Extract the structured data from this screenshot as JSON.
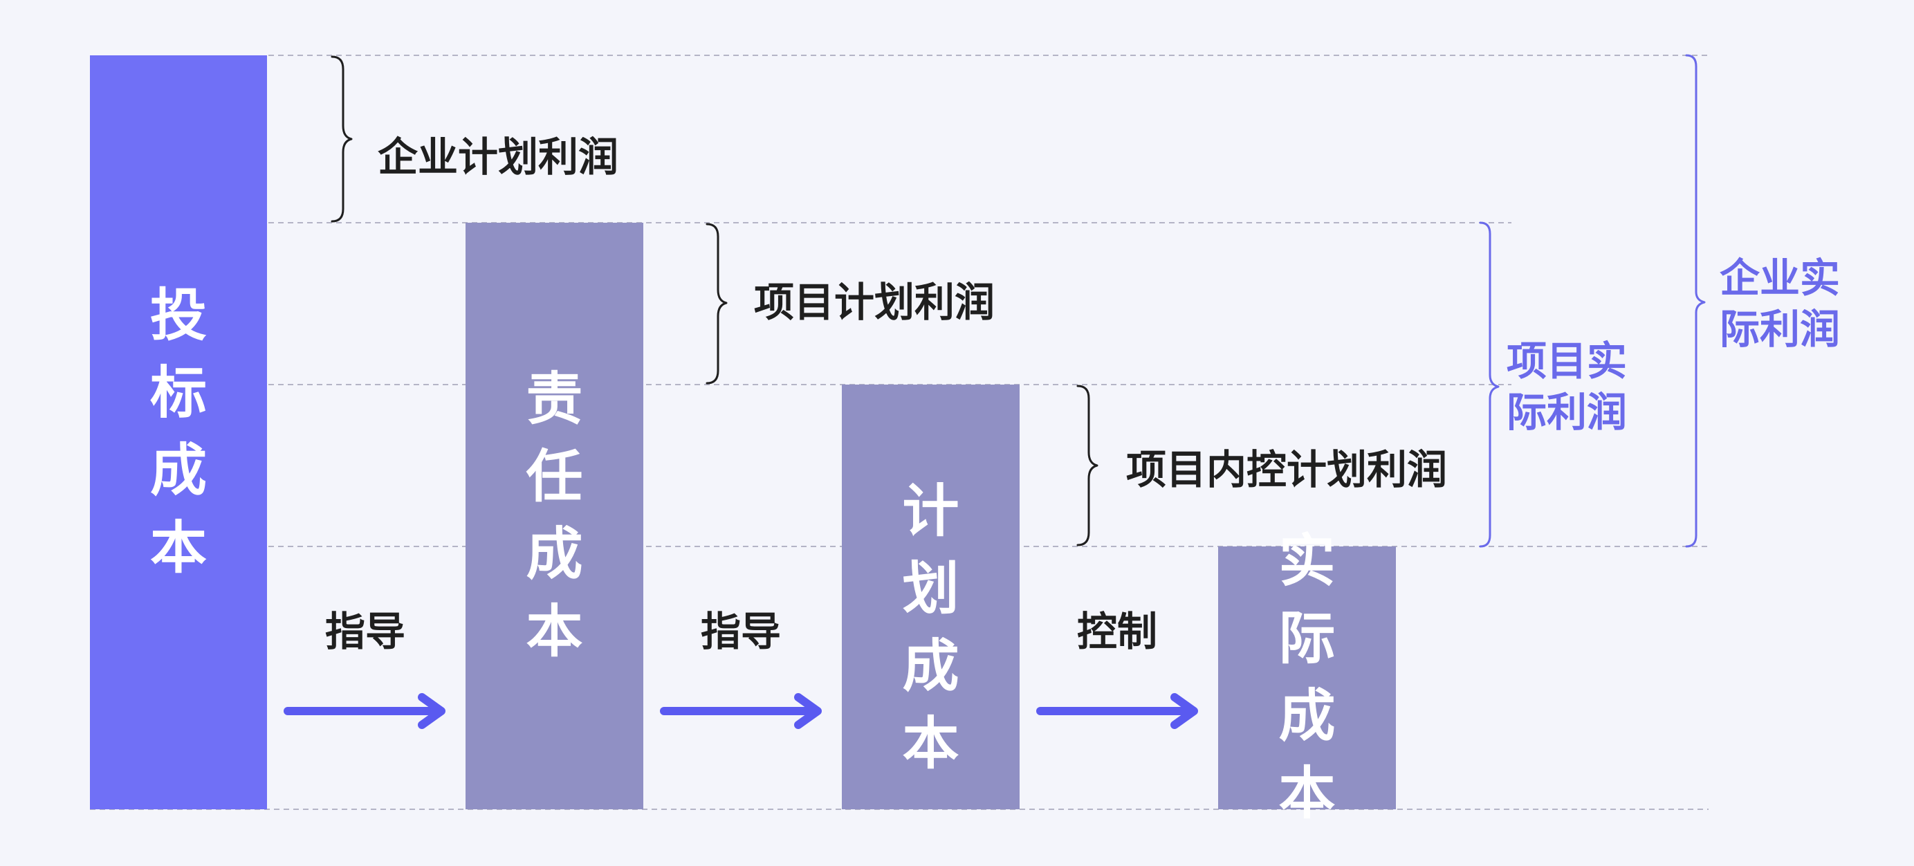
{
  "colors": {
    "background": "#f4f5fb",
    "bid_cost_box": "#7070f6",
    "cost_box": "#9090c4",
    "arrow": "#5a5af0",
    "outer_brace": "#6a6aea",
    "dashed_line": "#b4b4c6",
    "label_text": "#1f1f1f",
    "box_text": "#ffffff"
  },
  "boxes": {
    "bid_cost": "投标成本",
    "responsibility_cost": "责任成本",
    "planned_cost": "计划成本",
    "actual_cost": "实际成本"
  },
  "profit_labels": {
    "enterprise_plan": "企业计划利润",
    "project_plan": "项目计划利润",
    "project_internal_control_plan": "项目内控计划利润"
  },
  "actual_profit_labels": {
    "project_actual": [
      "项目实",
      "际利润"
    ],
    "enterprise_actual": [
      "企业实",
      "际利润"
    ]
  },
  "flow_labels": {
    "guide_1": "指导",
    "guide_2": "指导",
    "control": "控制"
  }
}
